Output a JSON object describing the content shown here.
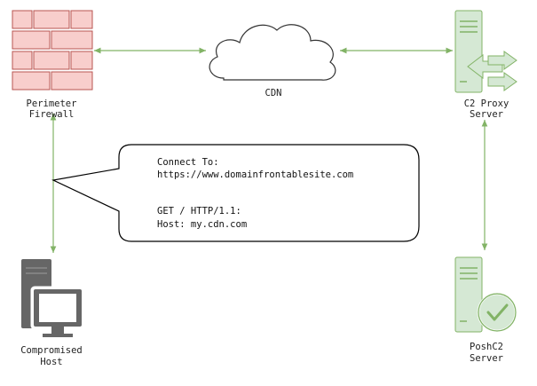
{
  "nodes": {
    "firewall": {
      "label_line1": "Perimeter",
      "label_line2": "Firewall",
      "icon": "brick-firewall-icon"
    },
    "cdn": {
      "label": "CDN",
      "icon": "cloud-icon"
    },
    "c2_proxy": {
      "label_line1": "C2 Proxy",
      "label_line2": "Server",
      "icon": "proxy-server-icon"
    },
    "compromised_host": {
      "label_line1": "Compromised",
      "label_line2": "Host",
      "icon": "workstation-icon"
    },
    "poshc2": {
      "label_line1": "PoshC2",
      "label_line2": "Server",
      "icon": "server-check-icon"
    }
  },
  "callout": {
    "line1": "Connect To:",
    "line2": "https://www.domainfrontablesite.com",
    "line3": "GET / HTTP/1.1:",
    "line4": "Host: my.cdn.com"
  },
  "colors": {
    "connector": "#82b366",
    "firewall_fill": "#f8cecc",
    "firewall_stroke": "#b85450",
    "server_fill": "#d5e8d4",
    "server_stroke": "#82b366",
    "host_gray": "#666666"
  }
}
